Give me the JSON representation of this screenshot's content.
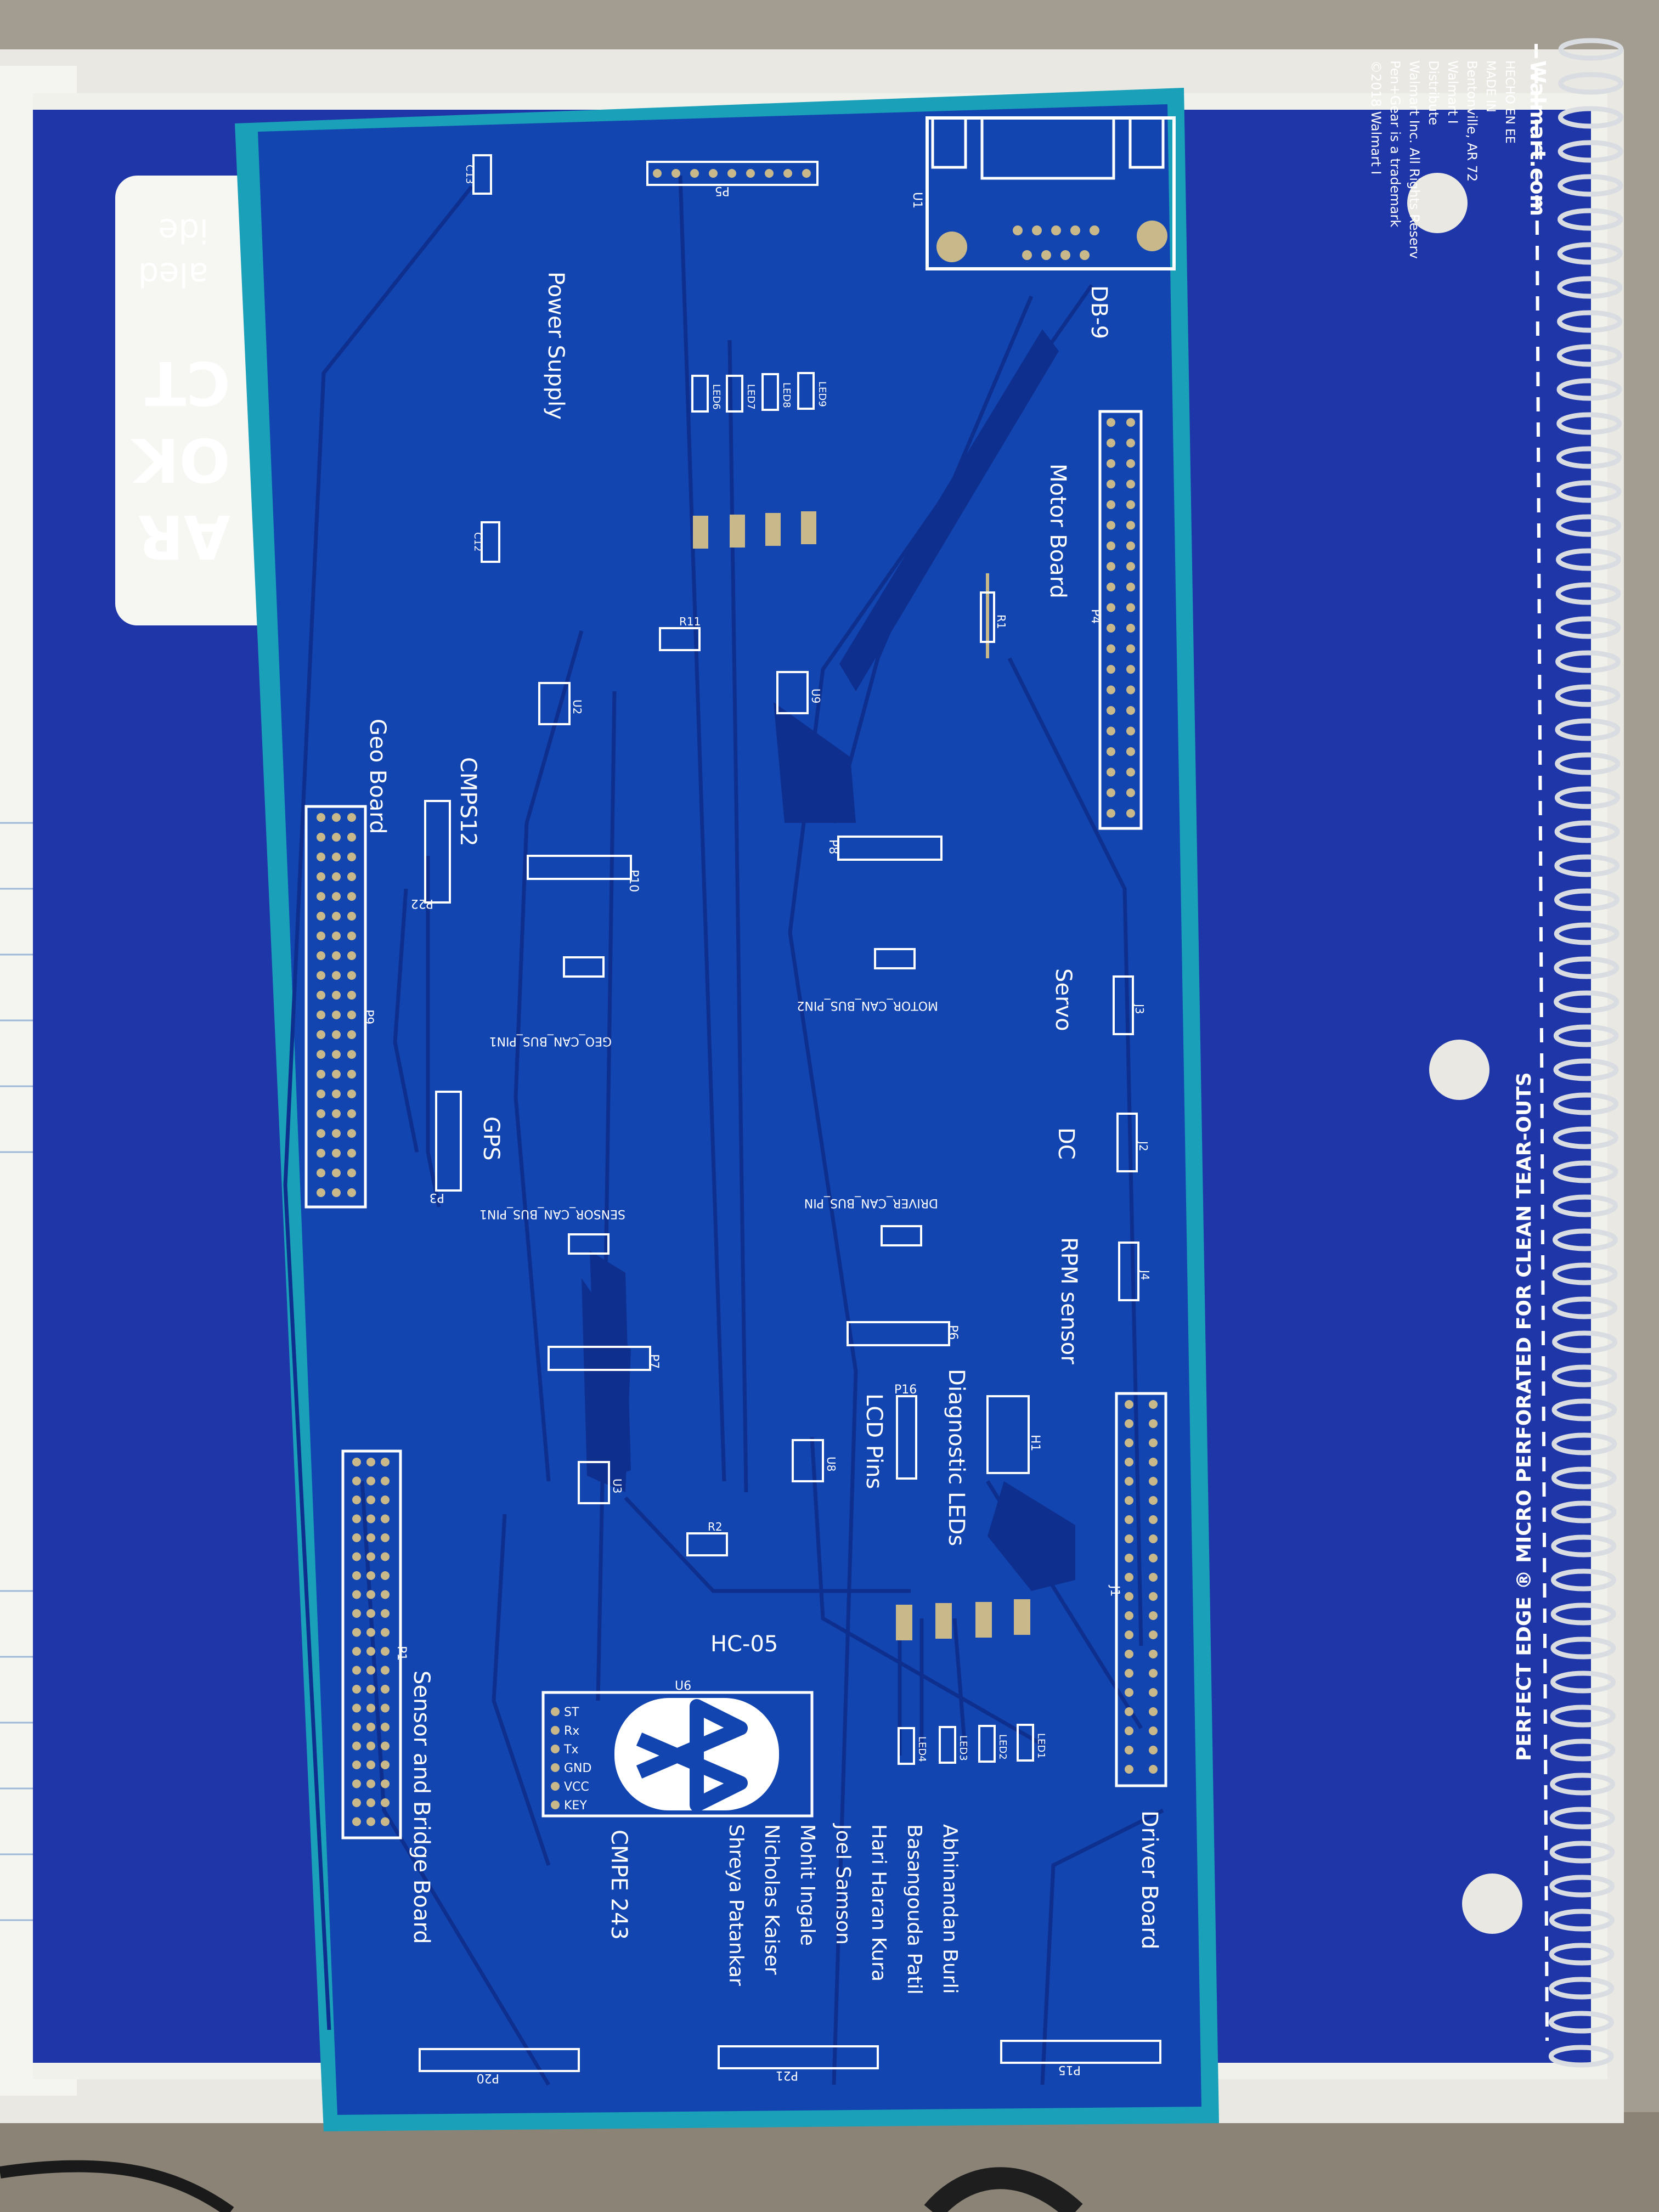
{
  "colors": {
    "pcb_base": "#1245b0",
    "pcb_edge": "#1aa0b8",
    "trace": "#0e2f8e",
    "silkscreen": "#ffffff",
    "pad": "#c9b98a",
    "notebook": "#1f36a8",
    "paper": "#f2f2ee"
  },
  "notebook": {
    "spine_text": "PERFECT EDGE ® MICRO PERFORATED FOR CLEAN TEAR-OUTS",
    "label_lines": [
      "Walmart.com",
      "HECHO EN EE",
      "MADE IN",
      "Bentonville, AR 72",
      "Walmart I",
      "Distribute",
      "Walmart Inc. All Rights Reserv",
      "Pen+Gear is a trademark",
      "©2018 Walmart I"
    ],
    "cover_fragments": [
      "CT",
      "OK",
      "AR",
      "ide",
      "aled"
    ]
  },
  "board": {
    "sections": {
      "db9": "DB-9",
      "power_supply": "Power Supply",
      "motor_board": "Motor Board",
      "geo_board": "Geo Board",
      "cmps12": "CMPS12",
      "gps": "GPS",
      "servo": "Servo",
      "dc": "DC",
      "rpm_sensor": "RPM sensor",
      "diagnostic_leds": "Diagnostic LEDs",
      "lcd_pins": "LCD Pins",
      "hc05": "HC-05",
      "sensor_bridge": "Sensor and Bridge Board",
      "driver_board": "Driver Board",
      "course": "CMPE 243"
    },
    "can_labels": {
      "geo": "GEO_CAN_BUS_PIN1",
      "motor": "MOTOR_CAN_BUS_PIN2",
      "sensor": "SENSOR_CAN_BUS_PIN1",
      "driver": "DRIVER_CAN_BUS_PIN"
    },
    "authors": [
      "Abhinandan Burli",
      "Basangouda Patil",
      "Hari Haran Kura",
      "Joel Samson",
      "Mohit Ingale",
      "Nicholas Kaiser",
      "Shreya Patankar"
    ],
    "bt_pins": [
      "ST",
      "Rx",
      "Tx",
      "GND",
      "VCC",
      "KEY"
    ],
    "designators": {
      "J1": "J1",
      "P5": "P5",
      "P4": "P4",
      "P9": "P9",
      "P22": "P22",
      "P3": "P3",
      "P1": "P1",
      "P20": "P20",
      "P21": "P21",
      "P15": "P15",
      "P6": "P6",
      "P7": "P7",
      "P10": "P10",
      "P16": "P16",
      "P8": "P8",
      "J3": "J3",
      "J2": "J2",
      "J4": "J4",
      "H1": "H1",
      "U1": "U1",
      "U2": "U2",
      "U3": "U3",
      "U6": "U6",
      "U8": "U8",
      "U9": "U9",
      "R1": "R1",
      "R2": "R2",
      "R11": "R11",
      "C12": "C12",
      "C13": "C13",
      "LED1": "LED1",
      "LED2": "LED2",
      "LED3": "LED3",
      "LED4": "LED4",
      "LED6": "LED6",
      "LED7": "LED7",
      "LED8": "LED8",
      "LED9": "LED9"
    }
  }
}
